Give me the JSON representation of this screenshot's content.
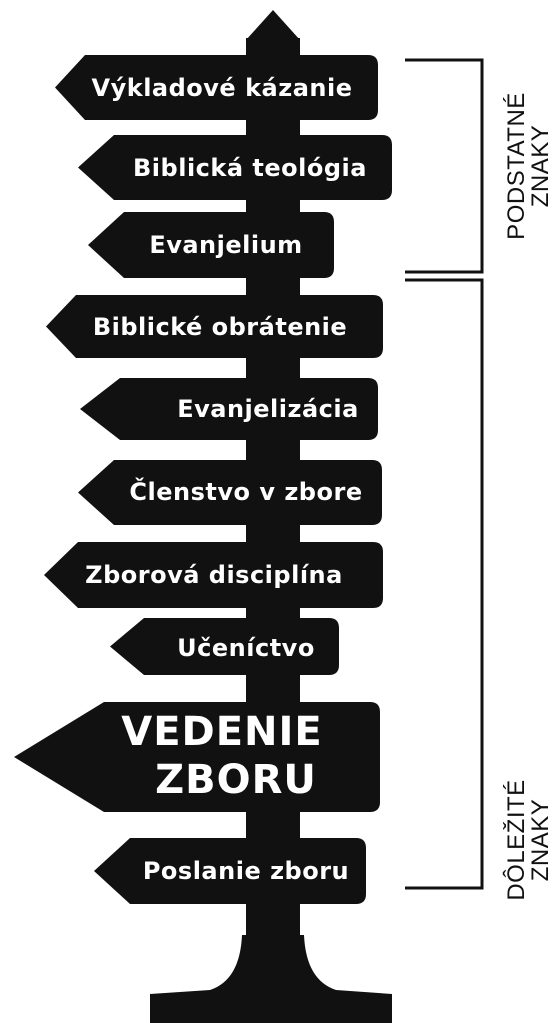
{
  "colors": {
    "sign": "#111111",
    "text": "#ffffff",
    "bracket": "#111111"
  },
  "signs": [
    {
      "id": "vykladove-kazanie",
      "lines": [
        "Výkladové kázanie"
      ],
      "size": "normal"
    },
    {
      "id": "biblicka-teologia",
      "lines": [
        "Biblická teológia"
      ],
      "size": "normal"
    },
    {
      "id": "evanjelium",
      "lines": [
        "Evanjelium"
      ],
      "size": "normal"
    },
    {
      "id": "biblicke-obratenie",
      "lines": [
        "Biblické obrátenie"
      ],
      "size": "normal"
    },
    {
      "id": "evanjelizacia",
      "lines": [
        "Evanjelizácia"
      ],
      "size": "normal"
    },
    {
      "id": "clenstvo-v-zbore",
      "lines": [
        "Členstvo v zbore"
      ],
      "size": "normal"
    },
    {
      "id": "zborova-disciplina",
      "lines": [
        "Zborová disciplína"
      ],
      "size": "normal"
    },
    {
      "id": "ucenictvo",
      "lines": [
        "Učeníctvo"
      ],
      "size": "normal"
    },
    {
      "id": "vedenie-zboru",
      "lines": [
        "VEDENIE",
        "ZBORU"
      ],
      "size": "big"
    },
    {
      "id": "poslanie-zboru",
      "lines": [
        "Poslanie zboru"
      ],
      "size": "normal"
    }
  ],
  "groups": [
    {
      "id": "podstatne-znaky",
      "lines": [
        "PODSTATNÉ",
        "ZNAKY"
      ],
      "covers": [
        0,
        2
      ]
    },
    {
      "id": "dolezite-znaky",
      "lines": [
        "DÔLEŽITÉ",
        "ZNAKY"
      ],
      "covers": [
        3,
        9
      ]
    }
  ]
}
